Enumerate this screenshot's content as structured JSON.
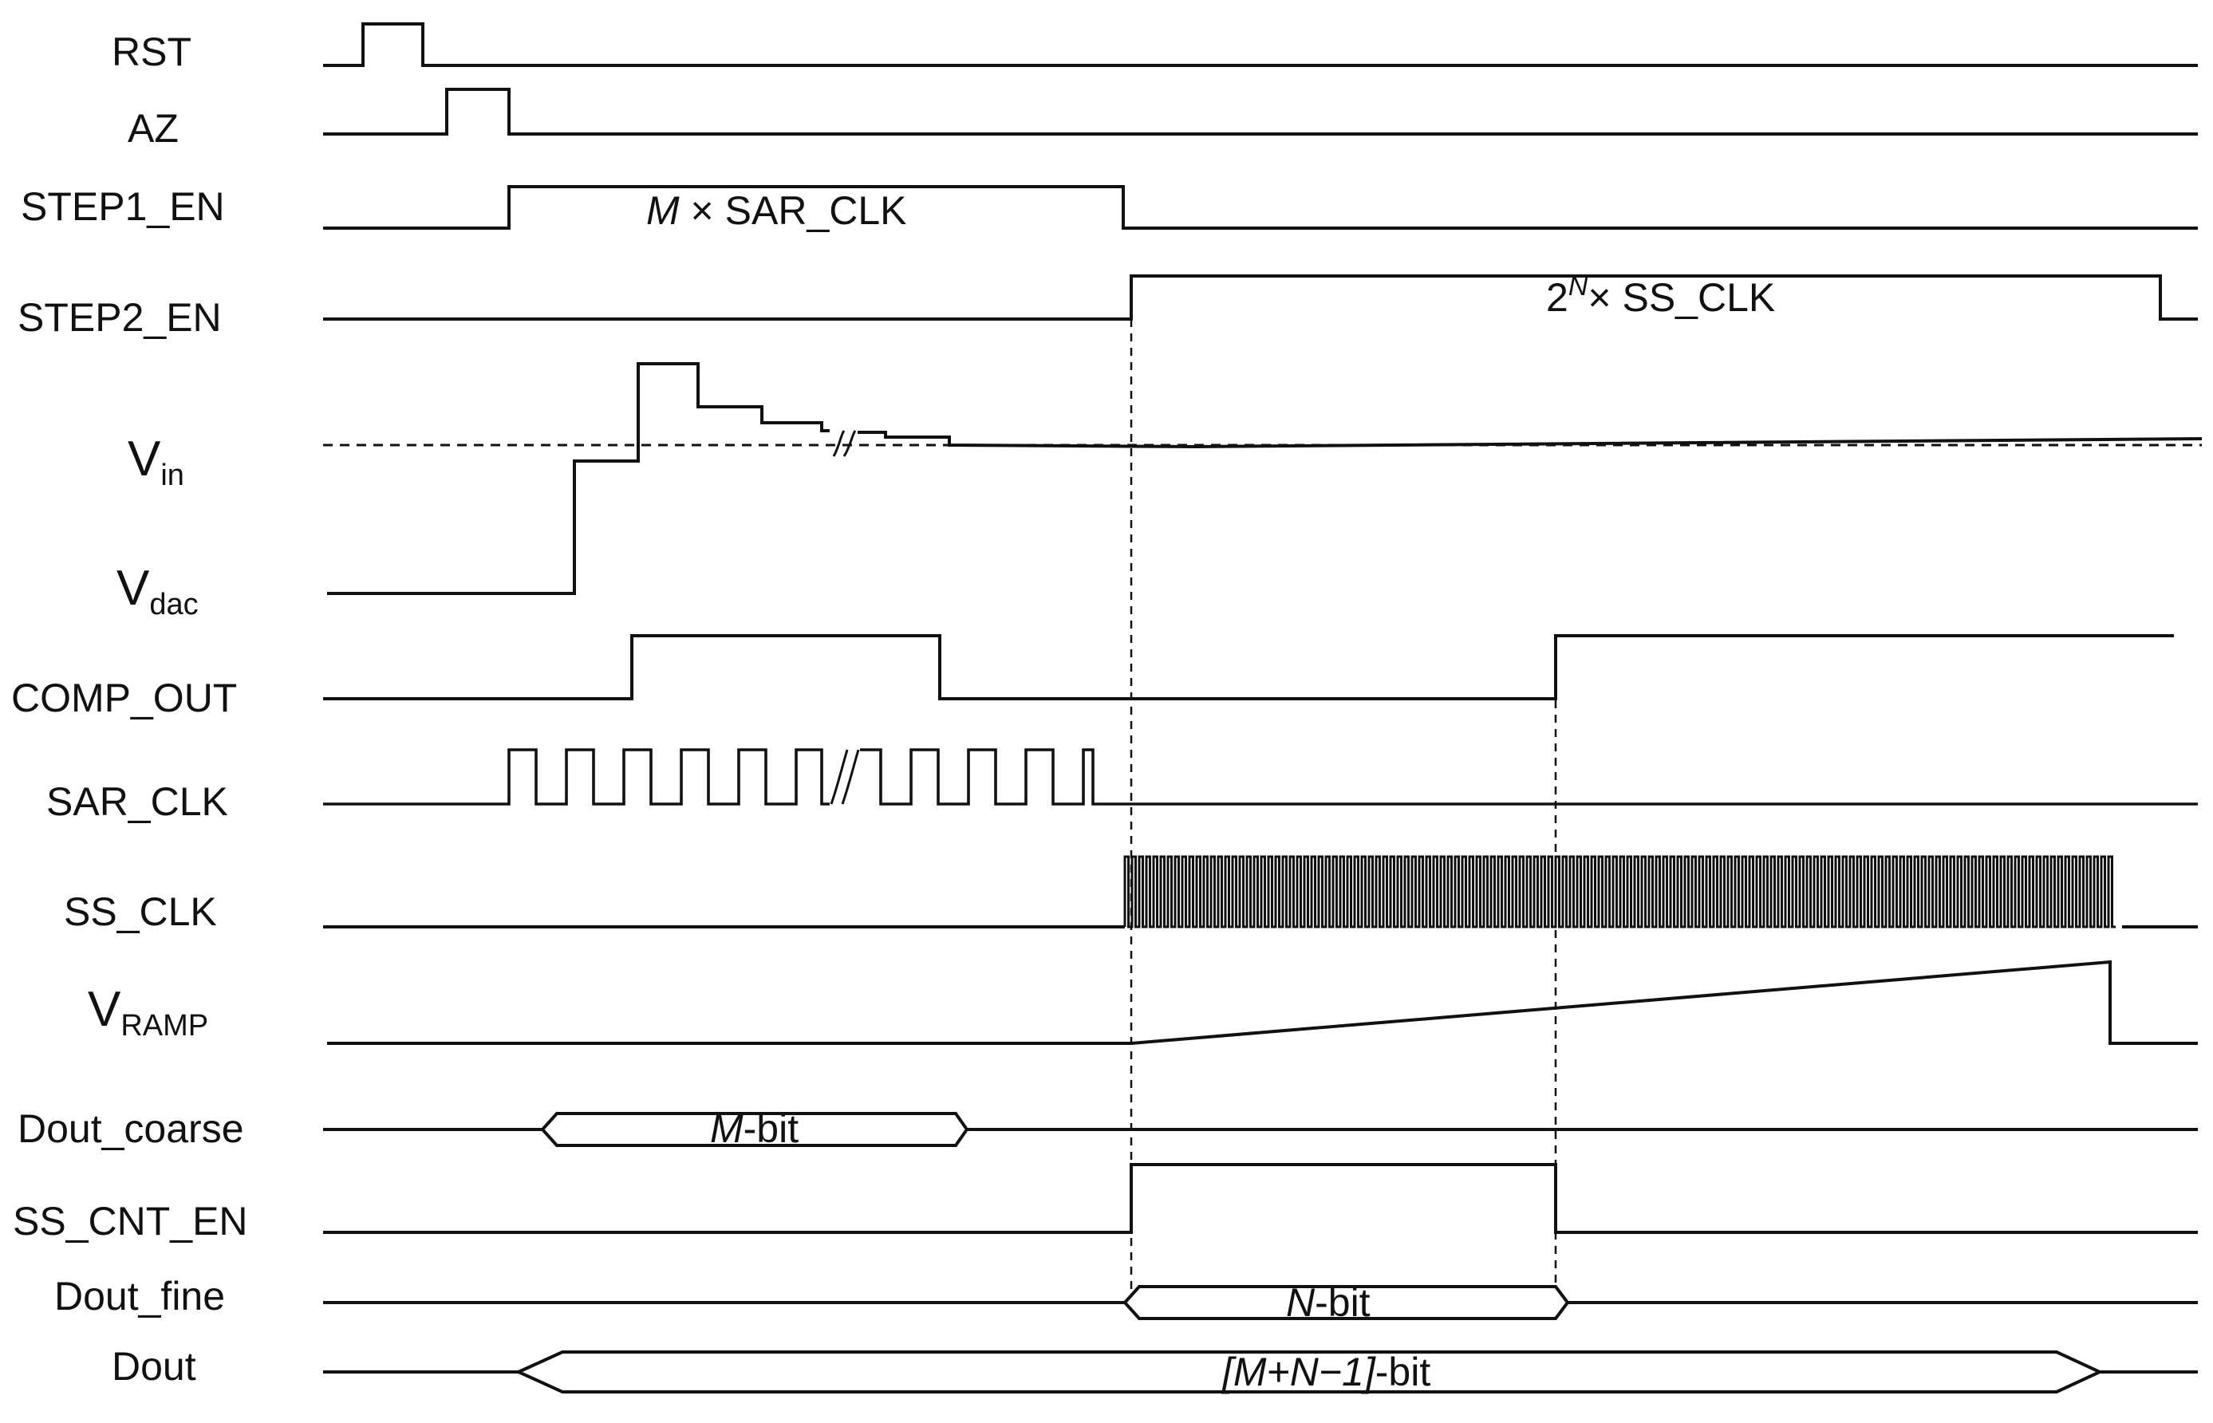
{
  "signals": {
    "rst": "RST",
    "az": "AZ",
    "step1_en": "STEP1_EN",
    "step2_en": "STEP2_EN",
    "vin_main": "V",
    "vin_sub": "in",
    "vdac_main": "V",
    "vdac_sub": "dac",
    "comp_out": "COMP_OUT",
    "sar_clk": "SAR_CLK",
    "ss_clk": "SS_CLK",
    "vramp_main": "V",
    "vramp_sub": "RAMP",
    "dout_coarse": "Dout_coarse",
    "ss_cnt_en": "SS_CNT_EN",
    "dout_fine": "Dout_fine",
    "dout": "Dout"
  },
  "annotations": {
    "step1_var": "M",
    "step1_rest": " × SAR_CLK",
    "step2_base": "2",
    "step2_exp": "N",
    "step2_rest": "× SS_CLK"
  },
  "buses": {
    "coarse_var": "M",
    "coarse_rest": "-bit",
    "fine_var": "N",
    "fine_rest": "-bit",
    "dout_var": "[M+N−1]",
    "dout_rest": "-bit"
  }
}
